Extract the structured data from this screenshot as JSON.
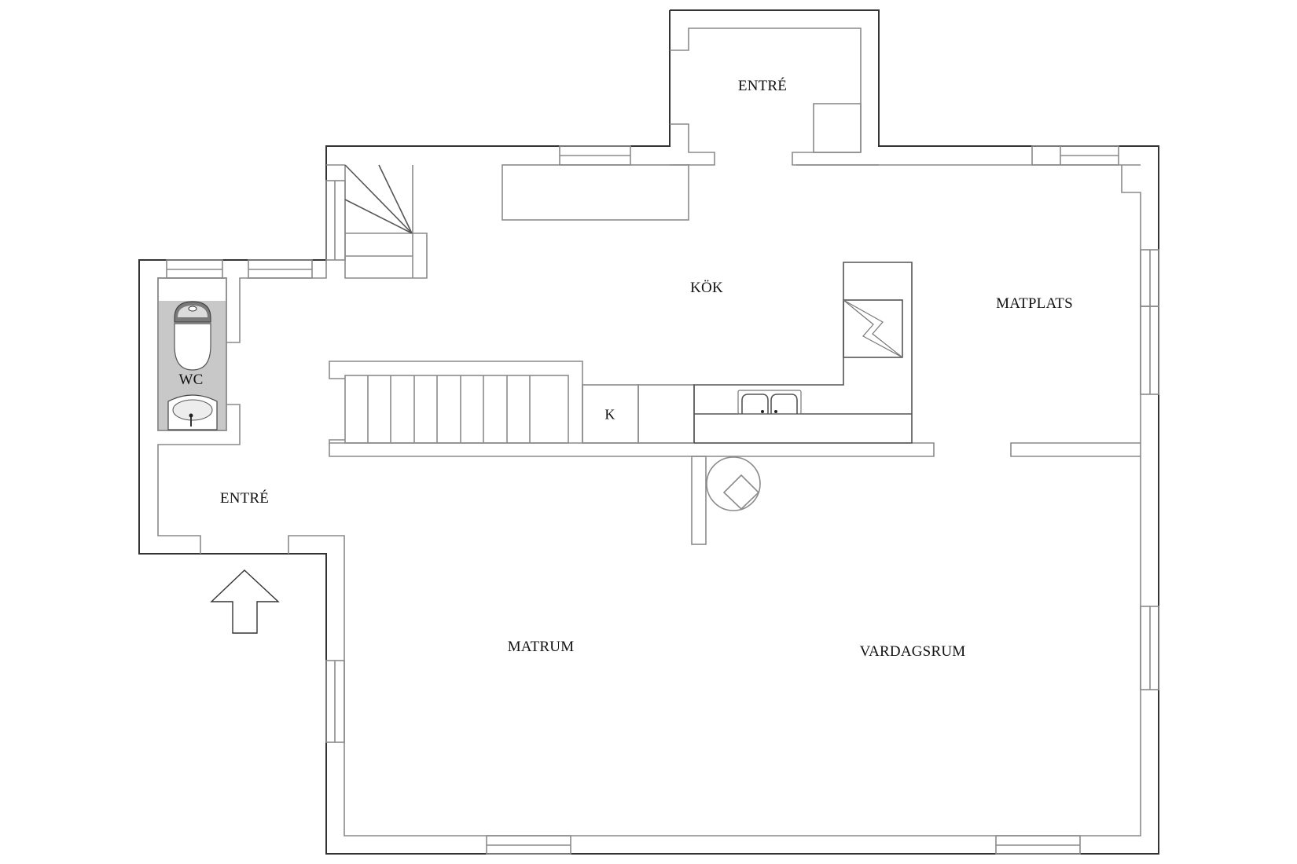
{
  "plan": {
    "rooms": {
      "entre_top": {
        "label": "ENTRÉ"
      },
      "kok": {
        "label": "KÖK"
      },
      "matplats": {
        "label": "MATPLATS"
      },
      "wc": {
        "label": "WC"
      },
      "k_cabinet": {
        "label": "K"
      },
      "entre_left": {
        "label": "ENTRÉ"
      },
      "matrum": {
        "label": "MATRUM"
      },
      "vardagsrum": {
        "label": "VARDAGSRUM"
      }
    },
    "entrance_arrow": {
      "icon": "entrance-arrow-icon",
      "direction": "up"
    },
    "colors": {
      "outer_wall": "#333333",
      "inner_wall": "#8a8a8a",
      "wc_floor": "#c8c8c8",
      "background": "#ffffff"
    }
  }
}
